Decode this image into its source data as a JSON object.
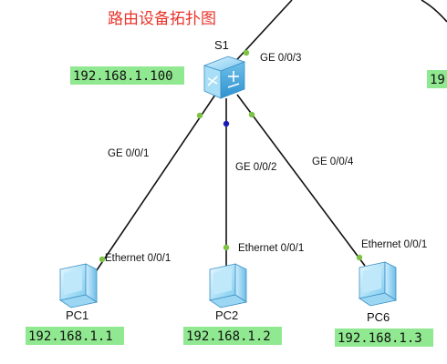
{
  "title": "路由设备拓扑图",
  "switch": {
    "name": "S1",
    "ip": "192.168.1.100",
    "port_uplink": "GE 0/0/3",
    "port_pc1": "GE 0/0/1",
    "port_pc2": "GE 0/0/2",
    "port_pc6": "GE 0/0/4"
  },
  "hosts": [
    {
      "name": "PC1",
      "ip": "192.168.1.1",
      "port": "Ethernet 0/0/1"
    },
    {
      "name": "PC2",
      "ip": "192.168.1.2",
      "port": "Ethernet 0/0/1"
    },
    {
      "name": "PC6",
      "ip": "192.168.1.3",
      "port": "Ethernet 0/0/1"
    }
  ],
  "partial_ip_right": "19",
  "colors": {
    "title": "#e8332a",
    "ip_highlight": "#90e890",
    "port_up": "#7dc242",
    "port_blue": "#1a1ab8",
    "link": "#111111"
  },
  "icons": {
    "switch": "layer3-switch-icon",
    "host": "pc-icon"
  }
}
